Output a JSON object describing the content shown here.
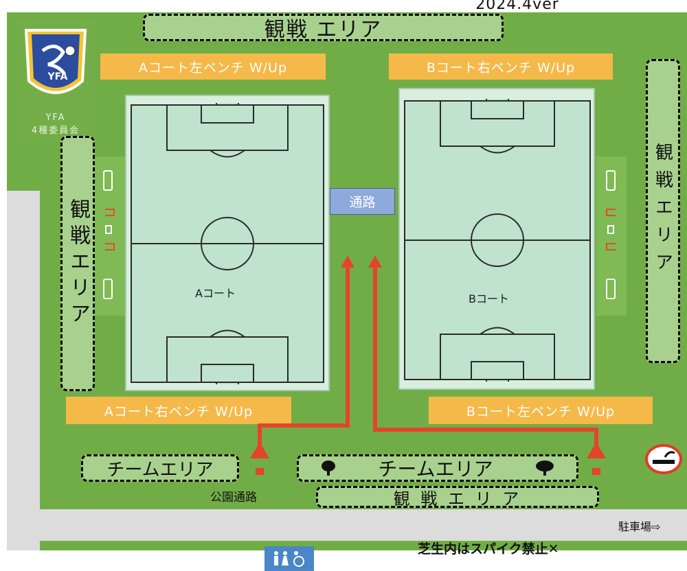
{
  "header": {
    "title": "2024.4ver"
  },
  "logo": {
    "emblem": "YFA",
    "line1": "YFA",
    "line2": "4種委員会"
  },
  "areas": {
    "spectator_top": "観戦 エリア",
    "spectator_left": "観戦エリア",
    "spectator_right": "観戦エリア",
    "spectator_bottom": "観 戦 エ リ ア"
  },
  "benches": {
    "a_left": "Aコート左ベンチ W/Up",
    "b_right": "Bコート右ベンチ W/Up",
    "a_right": "Aコート右ベンチ W/Up",
    "b_left": "Bコート左ベンチ W/Up"
  },
  "courts": {
    "a_label": "Aコート",
    "b_label": "Bコート"
  },
  "passage": "通路",
  "team_area_left": "チームエリア",
  "team_area_center": "チームエリア",
  "park_path": "公園通路",
  "parking": "駐車場⇨",
  "no_spikes": "芝生内はスパイク禁止✕",
  "colors": {
    "grass": "#71ad47",
    "court": "#bfe3cc",
    "bench": "#f5b94a",
    "spectator": "#a9d18e",
    "arrow": "#e4442a",
    "path": "#dcdcdc"
  },
  "icons": [
    "tree-icon",
    "no-smoking-icon",
    "restroom-icon",
    "arrow-up-icon"
  ]
}
